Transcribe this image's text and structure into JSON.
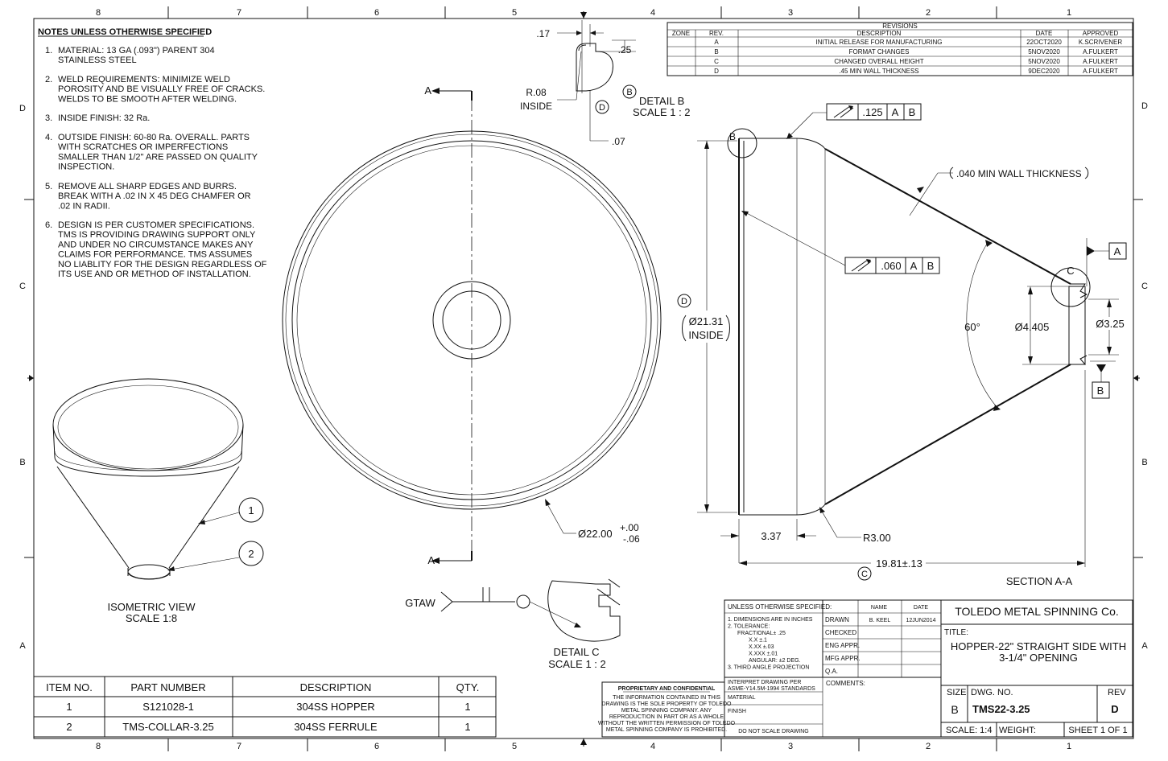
{
  "border": {
    "cols_top": [
      "8",
      "7",
      "6",
      "5",
      "4",
      "3",
      "2",
      "1"
    ],
    "cols_bottom": [
      "8",
      "7",
      "6",
      "5",
      "4",
      "3",
      "2",
      "1"
    ],
    "rows": [
      "D",
      "C",
      "B",
      "A"
    ]
  },
  "notes": {
    "heading": "NOTES UNLESS OTHERWISE SPECIFIED",
    "items": [
      {
        "num": "1.",
        "lines": [
          "MATERIAL: 13 GA (.093\") PARENT 304",
          "STAINLESS STEEL"
        ]
      },
      {
        "num": "2.",
        "lines": [
          "WELD REQUIREMENTS: MINIMIZE WELD",
          "POROSITY AND BE VISUALLY FREE OF CRACKS.",
          "WELDS TO BE SMOOTH AFTER WELDING."
        ]
      },
      {
        "num": "3.",
        "lines": [
          "INSIDE FINISH: 32 Ra."
        ]
      },
      {
        "num": "4.",
        "lines": [
          "OUTSIDE FINISH: 60-80 Ra. OVERALL. PARTS",
          "WITH SCRATCHES OR IMPERFECTIONS",
          "SMALLER THAN 1/2\" ARE PASSED ON QUALITY",
          "INSPECTION."
        ]
      },
      {
        "num": "5.",
        "lines": [
          "REMOVE ALL SHARP EDGES AND BURRS.",
          "BREAK WITH A .02 IN X 45 DEG CHAMFER OR",
          ".02 IN RADII."
        ]
      },
      {
        "num": "6.",
        "lines": [
          "DESIGN IS PER CUSTOMER SPECIFICATIONS.",
          "TMS IS PROVIDING DRAWING SUPPORT ONLY",
          "AND UNDER NO CIRCUMSTANCE MAKES ANY",
          "CLAIMS FOR PERFORMANCE.  TMS ASSUMES",
          "NO LIABLITY FOR THE DESIGN REGARDLESS OF",
          "ITS USE AND OR METHOD OF INSTALLATION."
        ]
      }
    ]
  },
  "revisions": {
    "title": "REVISIONS",
    "headers": [
      "ZONE",
      "REV.",
      "DESCRIPTION",
      "DATE",
      "APPROVED"
    ],
    "rows": [
      [
        "",
        "A",
        "INITIAL RELEASE FOR MANUFACTURING",
        "22OCT2020",
        "K.SCRIVENER"
      ],
      [
        "",
        "B",
        "FORMAT CHANGES",
        "5NOV2020",
        "A.FULKERT"
      ],
      [
        "",
        "C",
        "CHANGED OVERALL HEIGHT",
        "5NOV2020",
        "A.FULKERT"
      ],
      [
        "",
        "D",
        ".45 MIN WALL THICKNESS",
        "9DEC2020",
        "A.FULKERT"
      ]
    ]
  },
  "detail_b": {
    "dim_017": ".17",
    "dim_025": ".25",
    "radius": "R.08",
    "radius_note": "INSIDE",
    "dim_007": ".07",
    "rev_flag": "D",
    "callout_flag": "B",
    "label": "DETAIL B",
    "scale": "SCALE 1 : 2"
  },
  "front_view": {
    "section_letter_top": "A",
    "section_letter_bottom": "A",
    "dia_outer": "Ø22.00",
    "tol_upper": "+.00",
    "tol_lower": "-.06"
  },
  "section_view": {
    "detail_b_tag": "B",
    "detail_c_tag": "C",
    "fcf_top": {
      "tol": ".125",
      "datums": [
        "A",
        "B"
      ]
    },
    "fcf_mid": {
      "tol": ".060",
      "datums": [
        "A",
        "B"
      ]
    },
    "wall_note": ".040 MIN WALL THICKNESS",
    "inside_dia_flag": "D",
    "inside_dia": "Ø21.31",
    "inside_dia_note": "INSIDE",
    "angle": "60°",
    "opening_dia": "Ø4.405",
    "collar_dia": "Ø3.25",
    "datum_a": "A",
    "datum_b": "B",
    "dim_337": "3.37",
    "radius_300": "R3.00",
    "height": "19.81±.13",
    "height_flag": "C",
    "label": "SECTION A-A"
  },
  "isometric": {
    "balloon_1": "1",
    "balloon_2": "2",
    "label": "ISOMETRIC VIEW",
    "scale": "SCALE 1:8"
  },
  "detail_c": {
    "weld_label": "GTAW",
    "label": "DETAIL C",
    "scale": "SCALE 1 : 2"
  },
  "bom": {
    "headers": [
      "ITEM NO.",
      "PART NUMBER",
      "DESCRIPTION",
      "QTY."
    ],
    "rows": [
      [
        "1",
        "S121028-1",
        "304SS HOPPER",
        "1"
      ],
      [
        "2",
        "TMS-COLLAR-3.25",
        "304SS FERRULE",
        "1"
      ]
    ]
  },
  "proprietary": {
    "heading": "PROPRIETARY AND CONFIDENTIAL",
    "lines": [
      "THE INFORMATION CONTAINED IN THIS",
      "DRAWING IS THE SOLE PROPERTY OF TOLEDO",
      "METAL SPINNING COMPANY.  ANY",
      "REPRODUCTION IN PART OR AS A WHOLE",
      "WITHOUT THE WRITTEN PERMISSION OF TOLEDO",
      "METAL SPINNING COMPANY IS PROHIBITED."
    ]
  },
  "title_block": {
    "unless": "UNLESS OTHERWISE SPECIFIED:",
    "col_name": "NAME",
    "col_date": "DATE",
    "tol_lines": [
      "1. DIMENSIONS ARE IN INCHES",
      "2. TOLERANCE:",
      "FRACTIONAL± .25",
      "X.X ±.1",
      "X.XX ±.03",
      "X.XXX ±.01",
      "ANGULAR: ±2 DEG.",
      "3. THIRD ANGLE PROJECTION"
    ],
    "interpret_lines": [
      "INTERPRET DRAWING PER",
      "ASME-Y14.5M-1994 STANDARDS"
    ],
    "material_label": "MATERIAL",
    "finish_label": "FINISH",
    "do_not_scale": "DO NOT SCALE DRAWING",
    "drawn_label": "DRAWN",
    "drawn_name": "B. KEEL",
    "drawn_date": "12JUN2014",
    "checked_label": "CHECKED",
    "eng_label": "ENG APPR.",
    "mfg_label": "MFG APPR.",
    "qa_label": "Q.A.",
    "comments_label": "COMMENTS:",
    "company": "TOLEDO METAL SPINNING Co.",
    "title_label": "TITLE:",
    "title_line1": "HOPPER-22\" STRAIGHT SIDE WITH",
    "title_line2": "3-1/4\" OPENING",
    "size_label": "SIZE",
    "size": "B",
    "dwg_label": "DWG.  NO.",
    "dwg_no": "TMS22-3.25",
    "rev_label": "REV",
    "rev": "D",
    "scale": "SCALE: 1:4",
    "weight": "WEIGHT:",
    "sheet": "SHEET 1 OF 1"
  }
}
